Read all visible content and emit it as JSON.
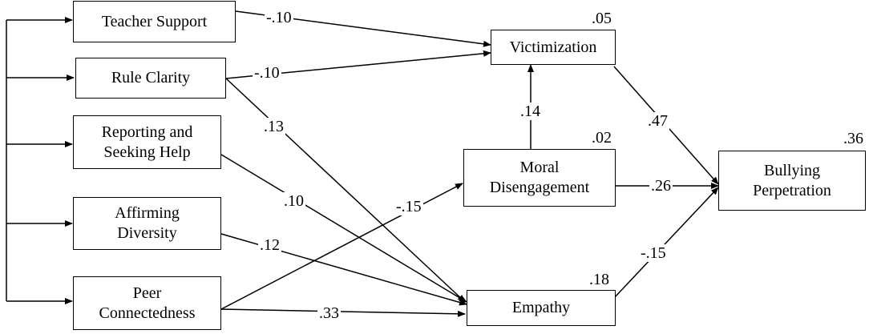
{
  "nodes": {
    "teacher_support": "Teacher Support",
    "rule_clarity": "Rule Clarity",
    "reporting_line1": "Reporting and",
    "reporting_line2": "Seeking Help",
    "affirming_line1": "Affirming",
    "affirming_line2": "Diversity",
    "peer_line1": "Peer",
    "peer_line2": "Connectedness",
    "victimization": "Victimization",
    "moral_line1": "Moral",
    "moral_line2": "Disengagement",
    "empathy": "Empathy",
    "bullying_line1": "Bullying",
    "bullying_line2": "Perpetration"
  },
  "r_squared": {
    "victimization": ".05",
    "moral_disengagement": ".02",
    "empathy": ".18",
    "bullying_perpetration": ".36"
  },
  "paths": {
    "teacher_to_victimization": "-.10",
    "rule_to_victimization": "-.10",
    "rule_to_empathy": ".13",
    "reporting_to_empathy": ".10",
    "affirming_to_empathy": ".12",
    "peer_to_moral": "-.15",
    "peer_to_empathy": ".33",
    "moral_to_victimization": ".14",
    "victimization_to_bullying": ".47",
    "moral_to_bullying": ".26",
    "empathy_to_bullying": "-.15"
  }
}
